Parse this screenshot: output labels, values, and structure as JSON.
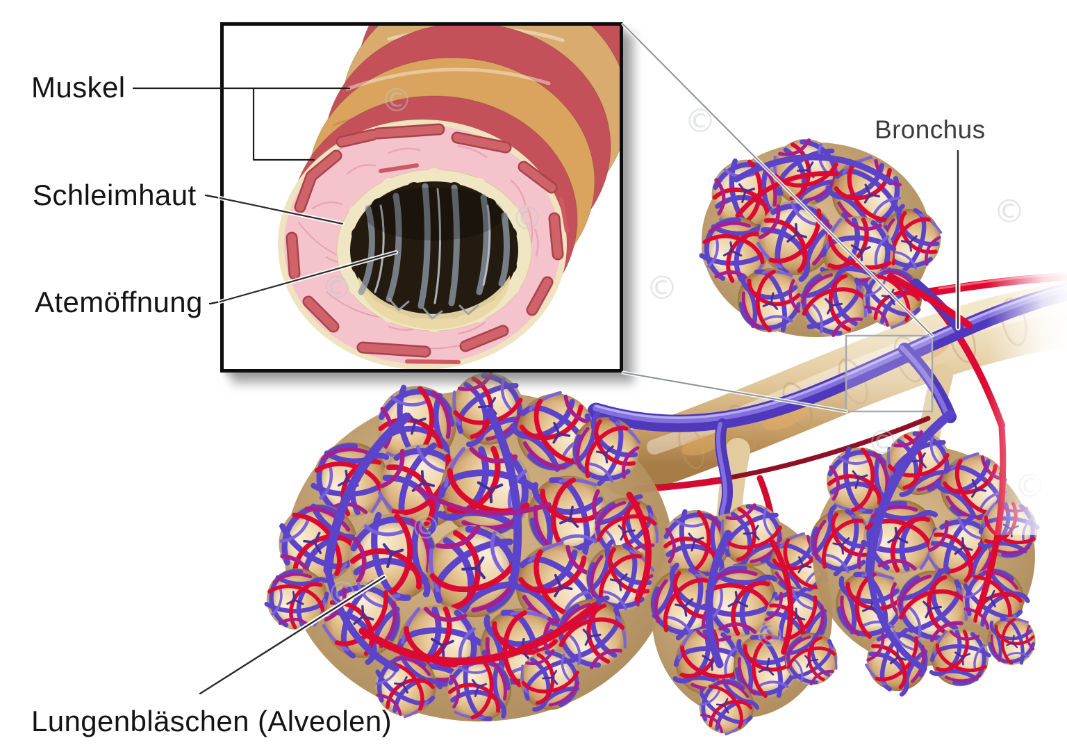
{
  "diagram": {
    "labels": {
      "muskel": "Muskel",
      "schleimhaut": "Schleimhaut",
      "atemoeffnung": "Atemöffnung",
      "bronchus": "Bronchus",
      "lungenblaeschen": "Lungenbläschen (Alveolen)"
    },
    "watermark": "©",
    "colors": {
      "artery_red": "#dc0a32",
      "vein_purple": "#5b44c9",
      "capillary_magenta": "#a81f8c",
      "alveoli_tan": "#ecd0a2",
      "bronchus_tan": "#e2c99c",
      "muscle_red": "#c9565c",
      "mucosa_pink": "#f4c3cc",
      "label_text": "#141414"
    }
  }
}
